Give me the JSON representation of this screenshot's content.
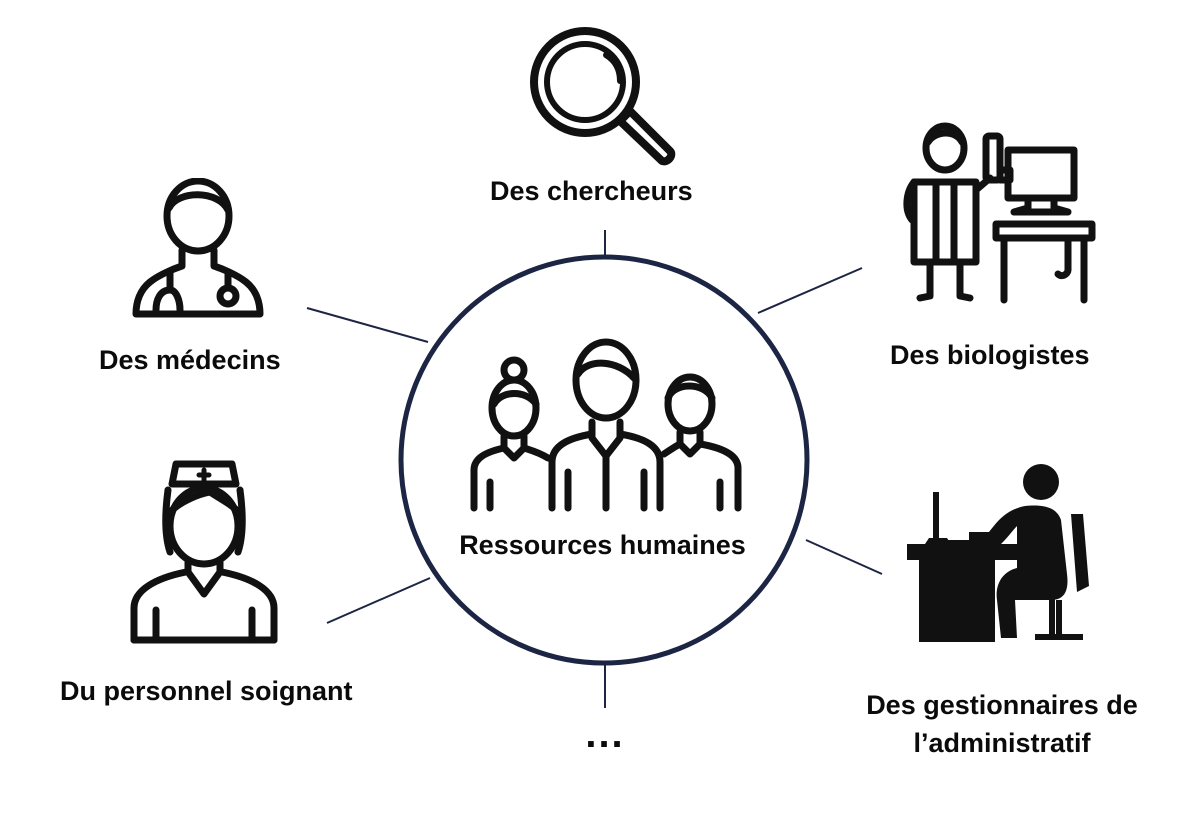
{
  "hub": {
    "title": "Ressources humaines"
  },
  "nodes": {
    "researchers": "Des chercheurs",
    "doctors": "Des médecins",
    "biologists": "Des biologistes",
    "caregivers": "Du personnel soignant",
    "admin_line1": "Des gestionnaires de",
    "admin_line2": "l’administratif",
    "more": "..."
  },
  "colors": {
    "hub_ring": "#1c2543",
    "connector": "#1c2543",
    "text": "#0b0b0b"
  },
  "icons": {
    "hub": "team-icon",
    "researchers": "magnifier-icon",
    "doctors": "doctor-icon",
    "biologists": "lab-worker-icon",
    "caregivers": "nurse-icon",
    "admin": "office-worker-icon"
  }
}
